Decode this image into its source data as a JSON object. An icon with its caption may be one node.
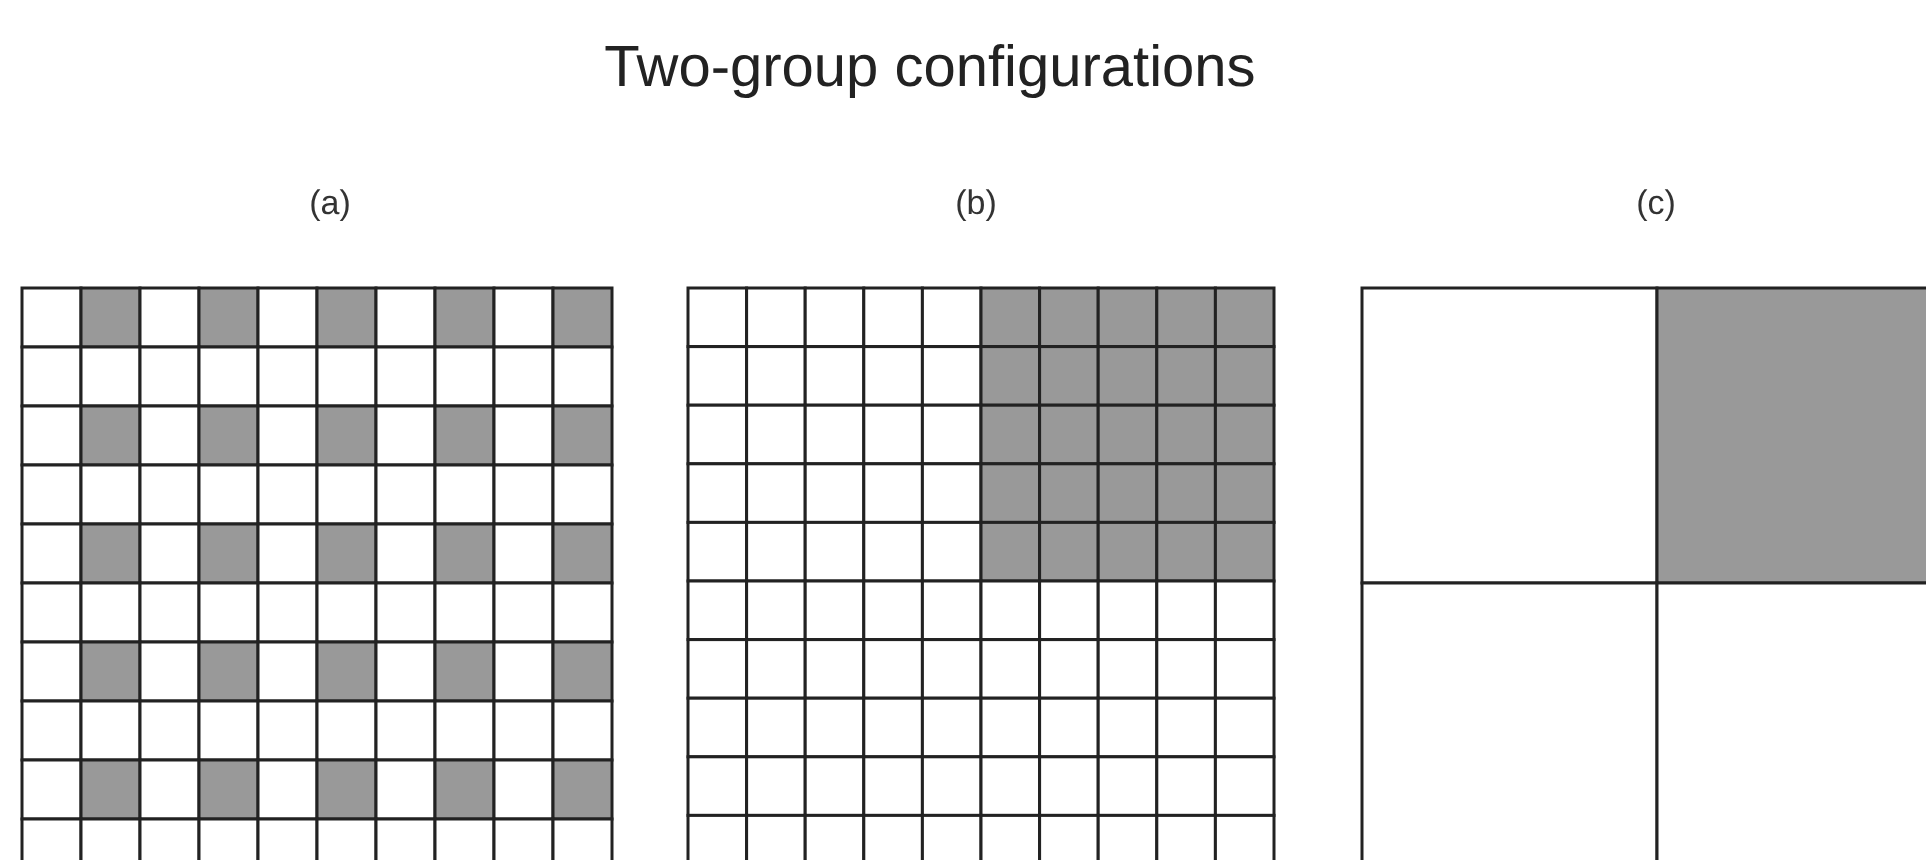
{
  "diagram": {
    "title": "Two-group configurations",
    "labels": [
      "(a)",
      "(b)",
      "(c)"
    ]
  }
}
